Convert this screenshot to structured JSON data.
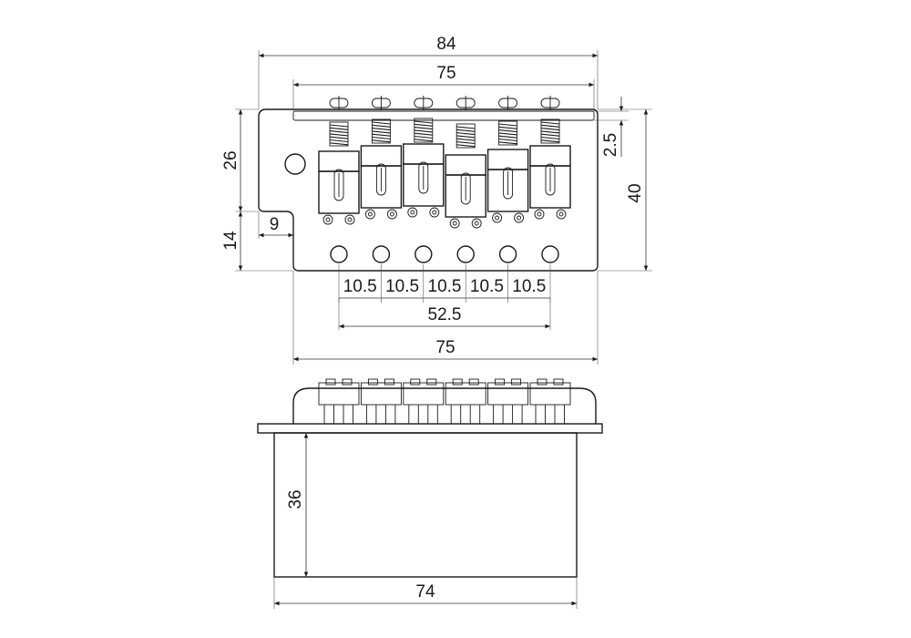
{
  "diagram": {
    "colors": {
      "line": "#1a1a1a",
      "background": "#ffffff"
    },
    "top_view": {
      "saddle_count": 6,
      "dimensions": {
        "overall_width": "84",
        "top_plate_width": "75",
        "plate_width_bottom": "75",
        "string_spacing_total": "52.5",
        "string_spacing": [
          "10.5",
          "10.5",
          "10.5",
          "10.5",
          "10.5"
        ],
        "upper_height": "26",
        "lower_height": "14",
        "notch_width": "9",
        "plate_offset": "2.5",
        "total_height": "40"
      }
    },
    "block_view": {
      "dimensions": {
        "block_height": "36",
        "block_width": "74"
      }
    }
  }
}
